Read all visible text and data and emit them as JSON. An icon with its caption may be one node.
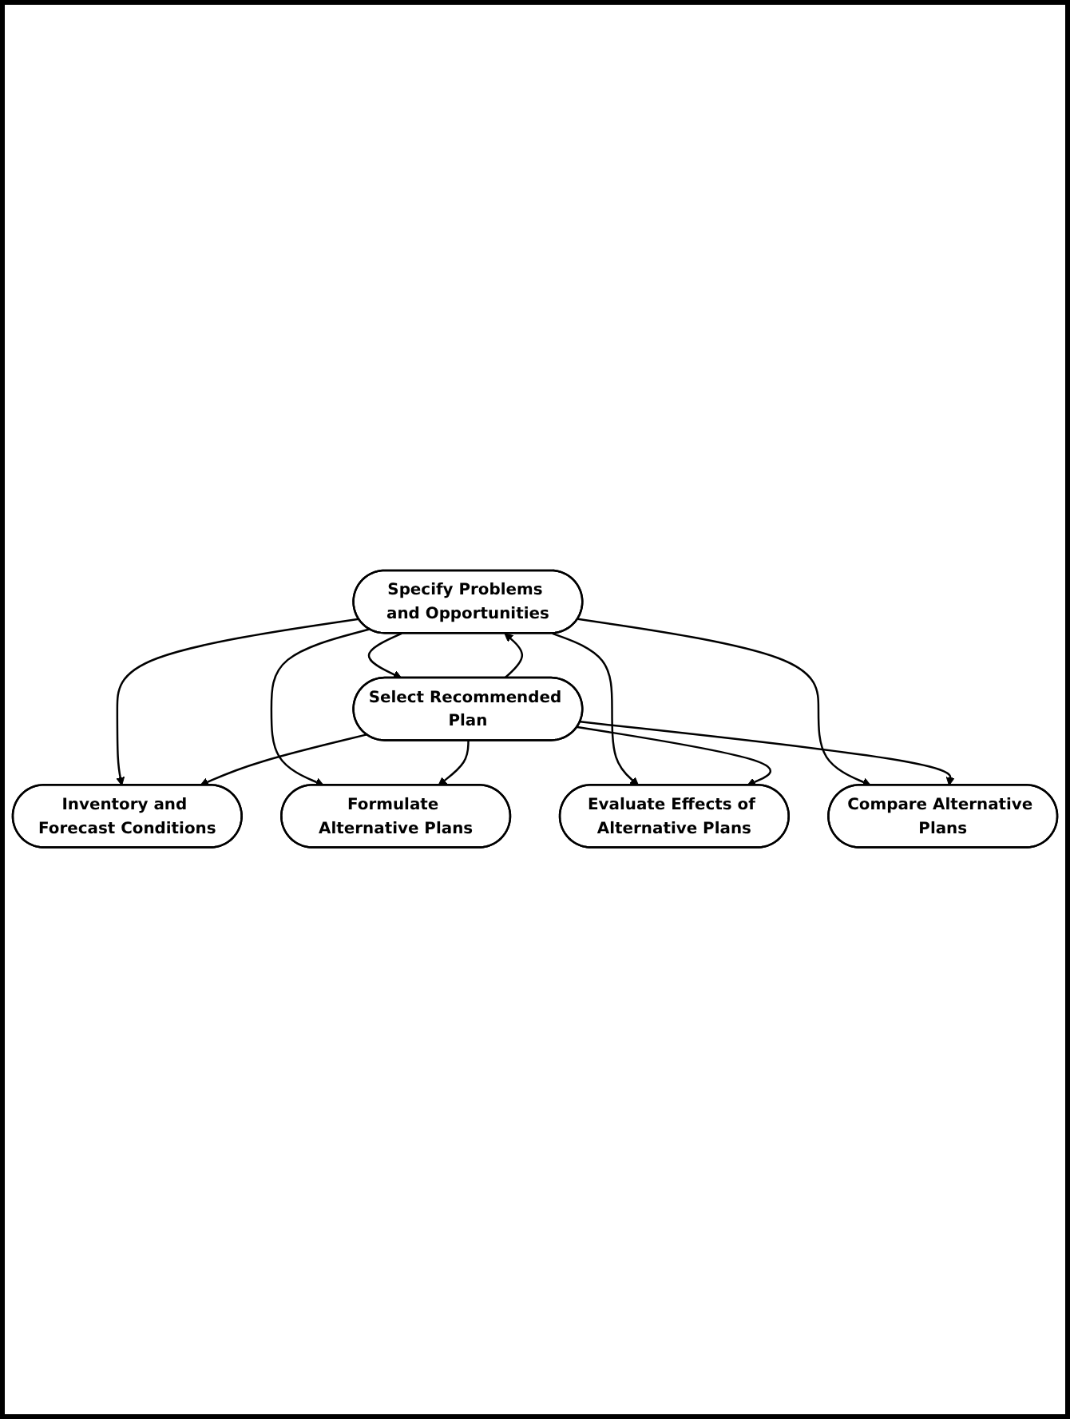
{
  "diagram": {
    "nodes": [
      {
        "text": [
          "Specify Problems and Opportunities"
        ]
      },
      {
        "text": [
          "Inventory and Forecast Conditions"
        ]
      },
      {
        "text": [
          "Formulate Alternative Plans"
        ]
      },
      {
        "text": [
          "Evaluate Effects of Alternative Plans"
        ]
      },
      {
        "text": [
          "Compare Alternative Plans"
        ]
      },
      {
        "text": [
          "Select Recommended Plan"
        ]
      }
    ],
    "edges": [
      {
        "from": 0,
        "to": 1,
        "arrow": "to"
      },
      {
        "from": 0,
        "to": 2,
        "arrow": "to"
      },
      {
        "from": 0,
        "to": 3,
        "arrow": "to"
      },
      {
        "from": 0,
        "to": 4,
        "arrow": "to"
      },
      {
        "from": 0,
        "to": 5,
        "arrow": "to"
      },
      {
        "from": 5,
        "to": 4,
        "arrow": "to"
      },
      {
        "from": 5,
        "to": 3,
        "arrow": "to"
      },
      {
        "from": 5,
        "to": 2,
        "arrow": "to"
      },
      {
        "from": 5,
        "to": 1,
        "arrow": "to"
      },
      {
        "from": 5,
        "to": 0,
        "arrow": "to"
      }
    ]
  }
}
